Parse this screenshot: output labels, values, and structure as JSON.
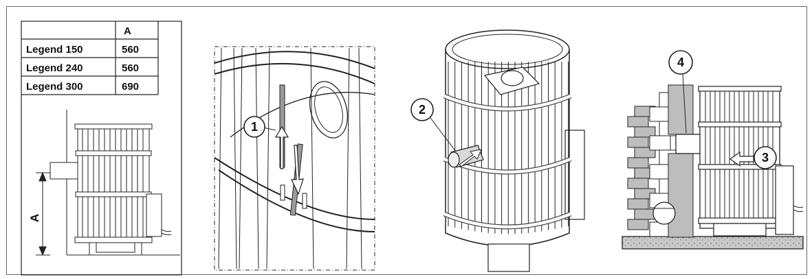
{
  "spec_table": {
    "header": [
      "",
      "A"
    ],
    "rows": [
      {
        "model": "Legend 150",
        "a": "560"
      },
      {
        "model": "Legend 240",
        "a": "560"
      },
      {
        "model": "Legend 300",
        "a": "690"
      }
    ]
  },
  "dimension_label": "A",
  "callouts": [
    "1",
    "2",
    "3",
    "4"
  ]
}
